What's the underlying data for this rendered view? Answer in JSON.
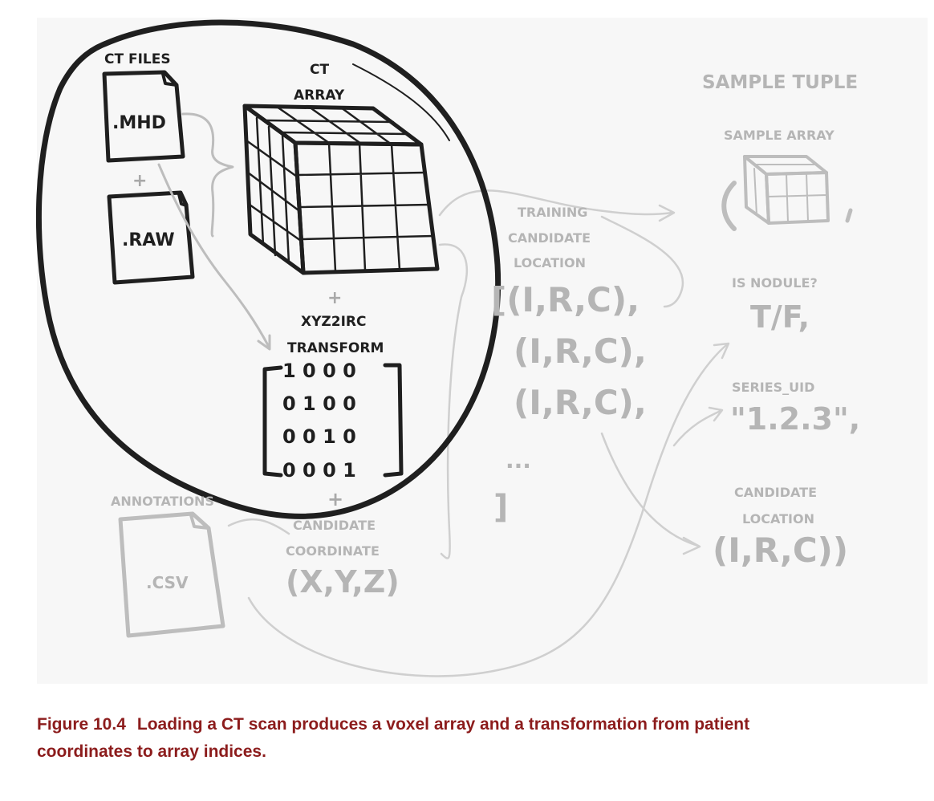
{
  "ct": {
    "files_label": "CT FILES",
    "mhd_label": ".MHD",
    "raw_label": ".RAW",
    "plus": "+",
    "array_label_1": "CT",
    "array_label_2": "ARRAY",
    "transform_label_1": "XYZ2IRC",
    "transform_label_2": "TRANSFORM",
    "matrix_rows": [
      "1 0 0 0",
      "0 1 0 0",
      "0 0 1 0",
      "0 0 0 1"
    ]
  },
  "annotations": {
    "label": "ANNOTATIONS",
    "csv_label": ".CSV",
    "candidate_coord_1": "CANDIDATE",
    "candidate_coord_2": "COORDINATE",
    "xyz": "(X,Y,Z)"
  },
  "training": {
    "label_1": "TRAINING",
    "label_2": "CANDIDATE",
    "label_3": "LOCATION",
    "row_1": "[(I,R,C),",
    "row_2": "(I,R,C),",
    "row_3": "(I,R,C),",
    "ellipsis": "...",
    "close_bracket": "]"
  },
  "sample": {
    "title": "SAMPLE TUPLE",
    "array_label": "SAMPLE ARRAY",
    "is_nodule_label": "IS NODULE?",
    "is_nodule_value": "T/F,",
    "series_label": "SERIES_UID",
    "series_value": "\"1.2.3\",",
    "location_label_1": "CANDIDATE",
    "location_label_2": "LOCATION",
    "location_value": "(I,R,C))"
  },
  "caption": {
    "number": "Figure 10.4",
    "text": "Loading a CT scan produces a voxel array and a transformation from patient coordinates to array indices."
  }
}
